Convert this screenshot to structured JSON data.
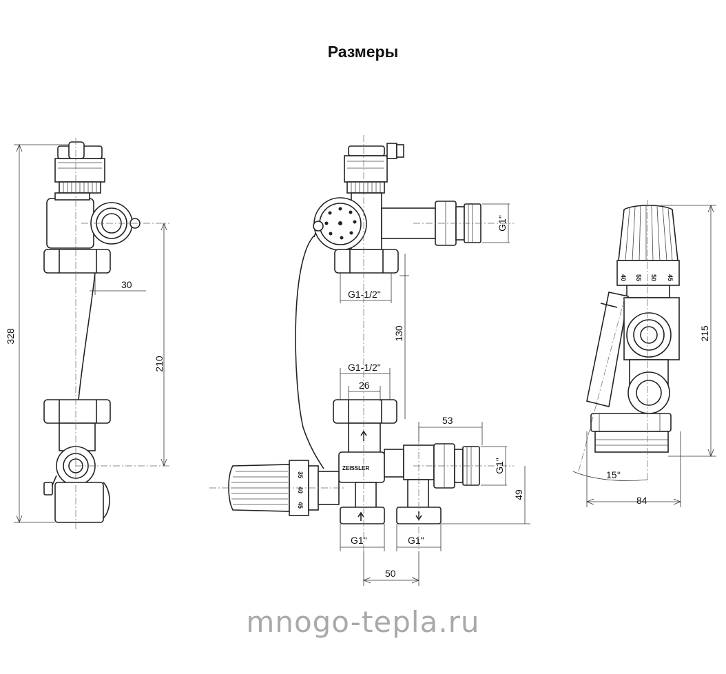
{
  "title": "Размеры",
  "watermark": "mnogo-tepla.ru",
  "brand_text": "ZEISSLER",
  "dimensions": {
    "d328": "328",
    "d30": "30",
    "d210": "210",
    "g1_half_top": "G1-1/2\"",
    "d130": "130",
    "g1_half_mid": "G1-1/2\"",
    "d26": "26",
    "d53": "53",
    "g1_top_right": "G1\"",
    "g1_mid_right": "G1\"",
    "d49": "49",
    "g1_bottom_left": "G1\"",
    "g1_bottom_right": "G1\"",
    "d50": "50",
    "d215": "215",
    "angle15": "15°",
    "d84": "84"
  },
  "thermostat_left_scale": [
    "35",
    "40",
    "45"
  ],
  "thermostat_right_scale": [
    "40",
    "55",
    "50",
    "45"
  ]
}
